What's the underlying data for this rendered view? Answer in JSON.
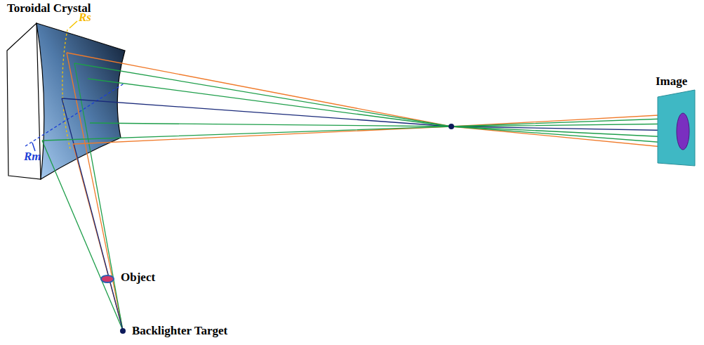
{
  "diagram": {
    "labels": [
      "Toroidal Crystal",
      "Rs",
      "Rm",
      "Image",
      "Object",
      "Backlighter Target"
    ]
  }
}
